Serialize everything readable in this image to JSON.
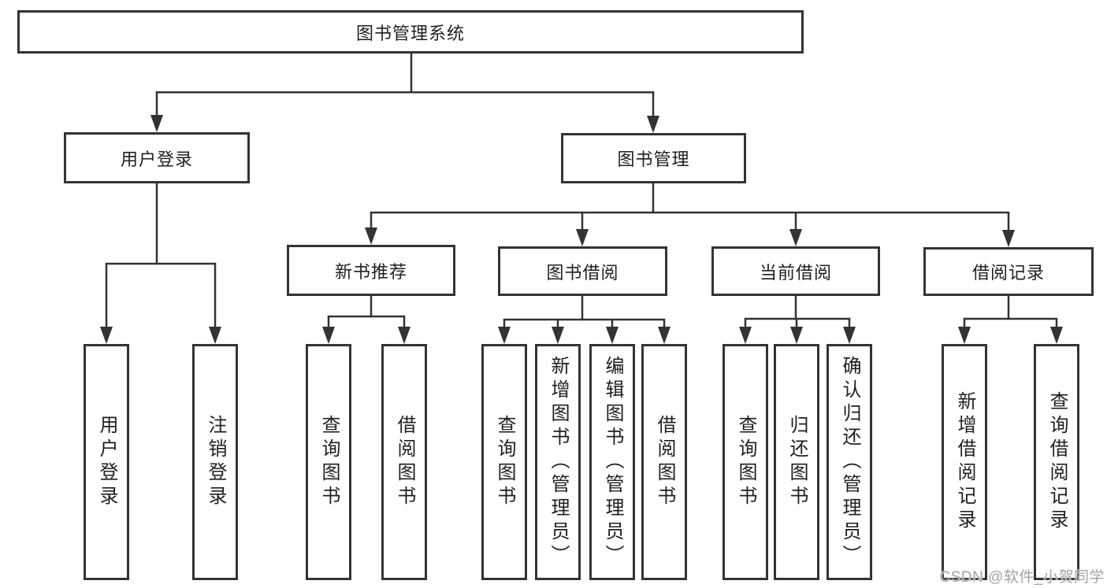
{
  "title": "图书管理系统",
  "watermark": "CSDN @软件_小贺同学",
  "colors": {
    "line": "#333333",
    "text": "#1f1f1f",
    "background": "#ffffff",
    "watermark": "#a3a3a3"
  },
  "tree": {
    "label": "图书管理系统",
    "children": [
      {
        "label": "用户登录",
        "children": [
          {
            "label": "用户登录"
          },
          {
            "label": "注销登录"
          }
        ]
      },
      {
        "label": "图书管理",
        "children": [
          {
            "label": "新书推荐",
            "children": [
              {
                "label": "查询图书"
              },
              {
                "label": "借阅图书"
              }
            ]
          },
          {
            "label": "图书借阅",
            "children": [
              {
                "label": "查询图书"
              },
              {
                "label": "新增图书（管理员）"
              },
              {
                "label": "编辑图书（管理员）"
              },
              {
                "label": "借阅图书"
              }
            ]
          },
          {
            "label": "当前借阅",
            "children": [
              {
                "label": "查询图书"
              },
              {
                "label": "归还图书"
              },
              {
                "label": "确认归还（管理员）"
              }
            ]
          },
          {
            "label": "借阅记录",
            "children": [
              {
                "label": "新增借阅记录"
              },
              {
                "label": "查询借阅记录"
              }
            ]
          }
        ]
      }
    ]
  }
}
